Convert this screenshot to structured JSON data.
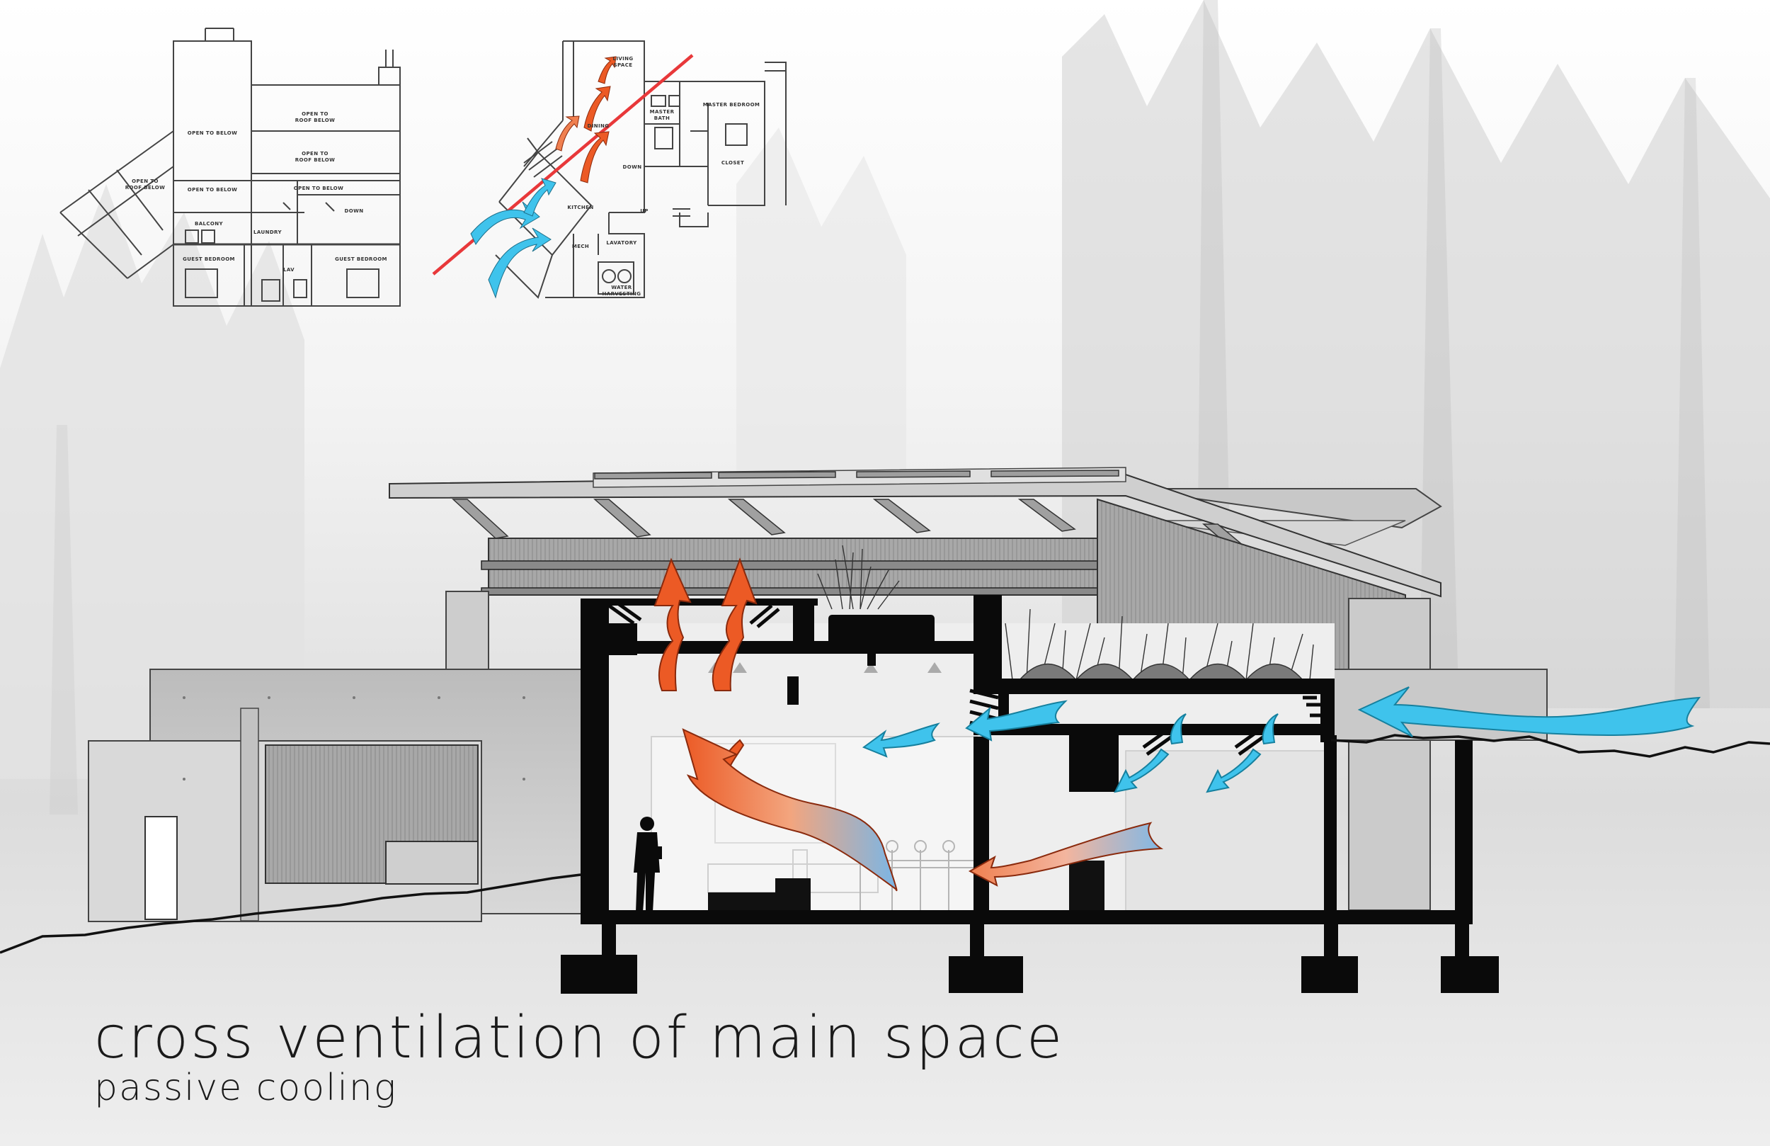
{
  "title": "cross ventilation of main space",
  "subtitle": "passive cooling",
  "plans": {
    "left": {
      "open_to_below_1": "OPEN TO BELOW",
      "open_to_roof_below_1a": "OPEN TO",
      "open_to_roof_below_1b": "ROOF BELOW",
      "open_to_roof_below_2a": "OPEN TO",
      "open_to_roof_below_2b": "ROOF BELOW",
      "open_to_roof_below_3a": "OPEN TO",
      "open_to_roof_below_3b": "ROOF BELOW",
      "open_to_below_2": "OPEN TO BELOW",
      "open_to_below_3": "OPEN TO BELOW",
      "down": "DOWN",
      "balcony": "BALCONY",
      "laundry": "LAUNDRY",
      "guest_bedroom_1": "GUEST BEDROOM",
      "guest_bedroom_2": "GUEST BEDROOM",
      "lav": "LAV"
    },
    "right": {
      "living_space_a": "LIVING",
      "living_space_b": "SPACE",
      "master_bath_a": "MASTER",
      "master_bath_b": "BATH",
      "master_bedroom": "MASTER BEDROOM",
      "closet": "CLOSET",
      "down": "DOWN",
      "up": "UP",
      "dining": "DINING",
      "kitchen": "KITCHEN",
      "mech": "MECH",
      "lavatory": "LAVATORY",
      "water_harvesting_a": "WATER",
      "water_harvesting_b": "HARVESTING"
    }
  },
  "colors": {
    "cool_air": "#3fc3ec",
    "warm_air": "#ec5a25",
    "mid_air": "#f3a57e",
    "structure": "#0a0a0a",
    "cut_line": "#e8383a"
  },
  "icons": [
    "cool-air-arrow-icon",
    "warm-air-arrow-icon",
    "person-silhouette-icon",
    "louver-icon"
  ]
}
